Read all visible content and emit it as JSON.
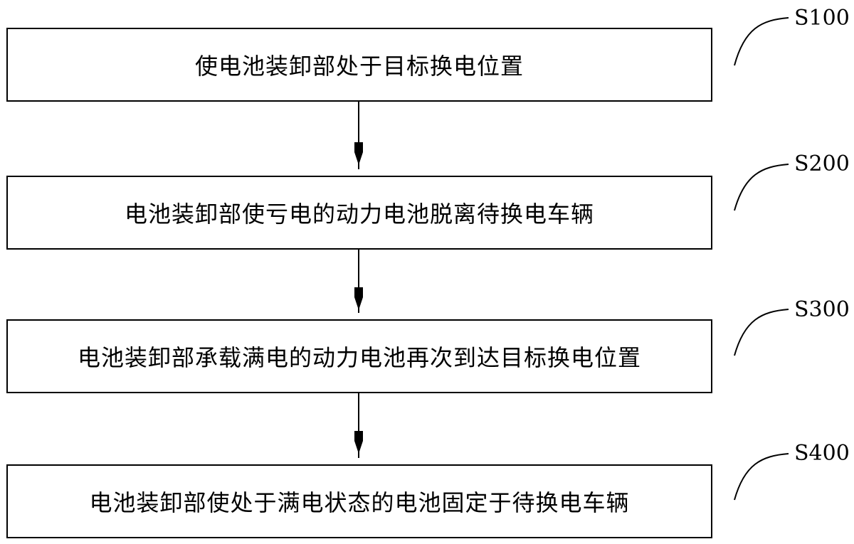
{
  "steps": [
    {
      "id": "S100",
      "text": "使电池装卸部处于目标换电位置"
    },
    {
      "id": "S200",
      "text": "电池装卸部使亏电的动力电池脱离待换电车辆"
    },
    {
      "id": "S300",
      "text": "电池装卸部承载满电的动力电池再次到达目标换电位置"
    },
    {
      "id": "S400",
      "text": "电池装卸部使处于满电状态的电池固定于待换电车辆"
    }
  ]
}
